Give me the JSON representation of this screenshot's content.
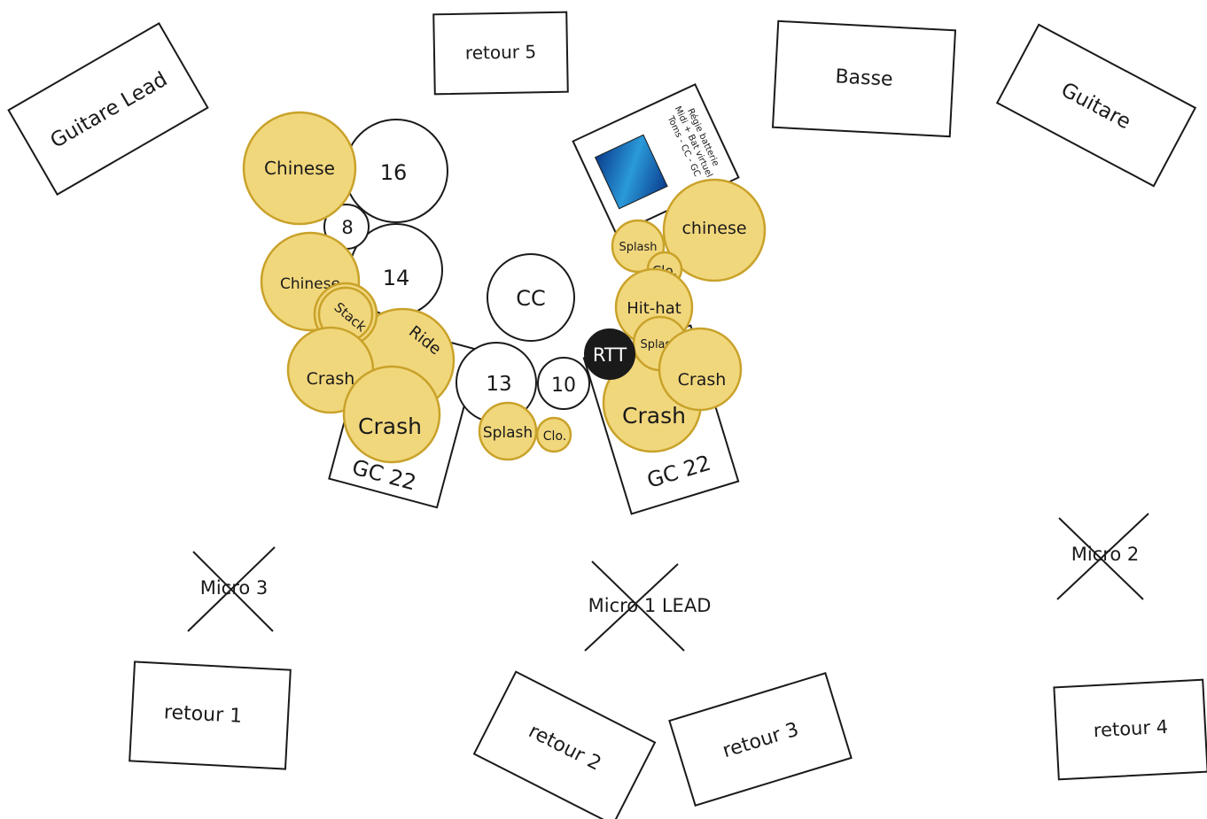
{
  "colors": {
    "cymbal_fill": "#f1d77c",
    "cymbal_stroke": "#c9a22a",
    "line": "#1a1a1a",
    "rtt_fill": "#1a1a1a",
    "rtt_text": "#ffffff",
    "screen_blue": "#1e78c8"
  },
  "stage": {
    "guitare_lead": "Guitare Lead",
    "retour5": "retour 5",
    "basse": "Basse",
    "guitare": "Guitare",
    "retour1": "retour 1",
    "retour2": "retour 2",
    "retour3": "retour 3",
    "retour4": "retour 4"
  },
  "mics": {
    "micro3": "Micro 3",
    "micro1": "Micro 1 LEAD",
    "micro2": "Micro 2"
  },
  "controller": {
    "line1": "Régie batterie",
    "line2": "Midi + Bat virtuel",
    "line3": "Toms - CC - GC"
  },
  "kit_left": {
    "chinese_top": "Chinese",
    "tom16": "16",
    "tom8": "8",
    "tom14": "14",
    "chinese_mid": "Chinese",
    "stack": "Stack",
    "ride": "Ride",
    "crash_small": "Crash",
    "crash_big": "Crash",
    "kick": "GC 22"
  },
  "kit_center": {
    "snare": "CC",
    "tom13": "13",
    "tom10": "10",
    "splash": "Splash",
    "clo": "Clo."
  },
  "kit_right": {
    "splash_top": "Splash",
    "chinese": "chinese",
    "clo": "Clo.",
    "hihat": "Hit-hat",
    "rtt": "RTT",
    "splash_mid": "Splash",
    "crash_small": "Crash",
    "crash_big": "Crash",
    "kick": "GC 22"
  }
}
